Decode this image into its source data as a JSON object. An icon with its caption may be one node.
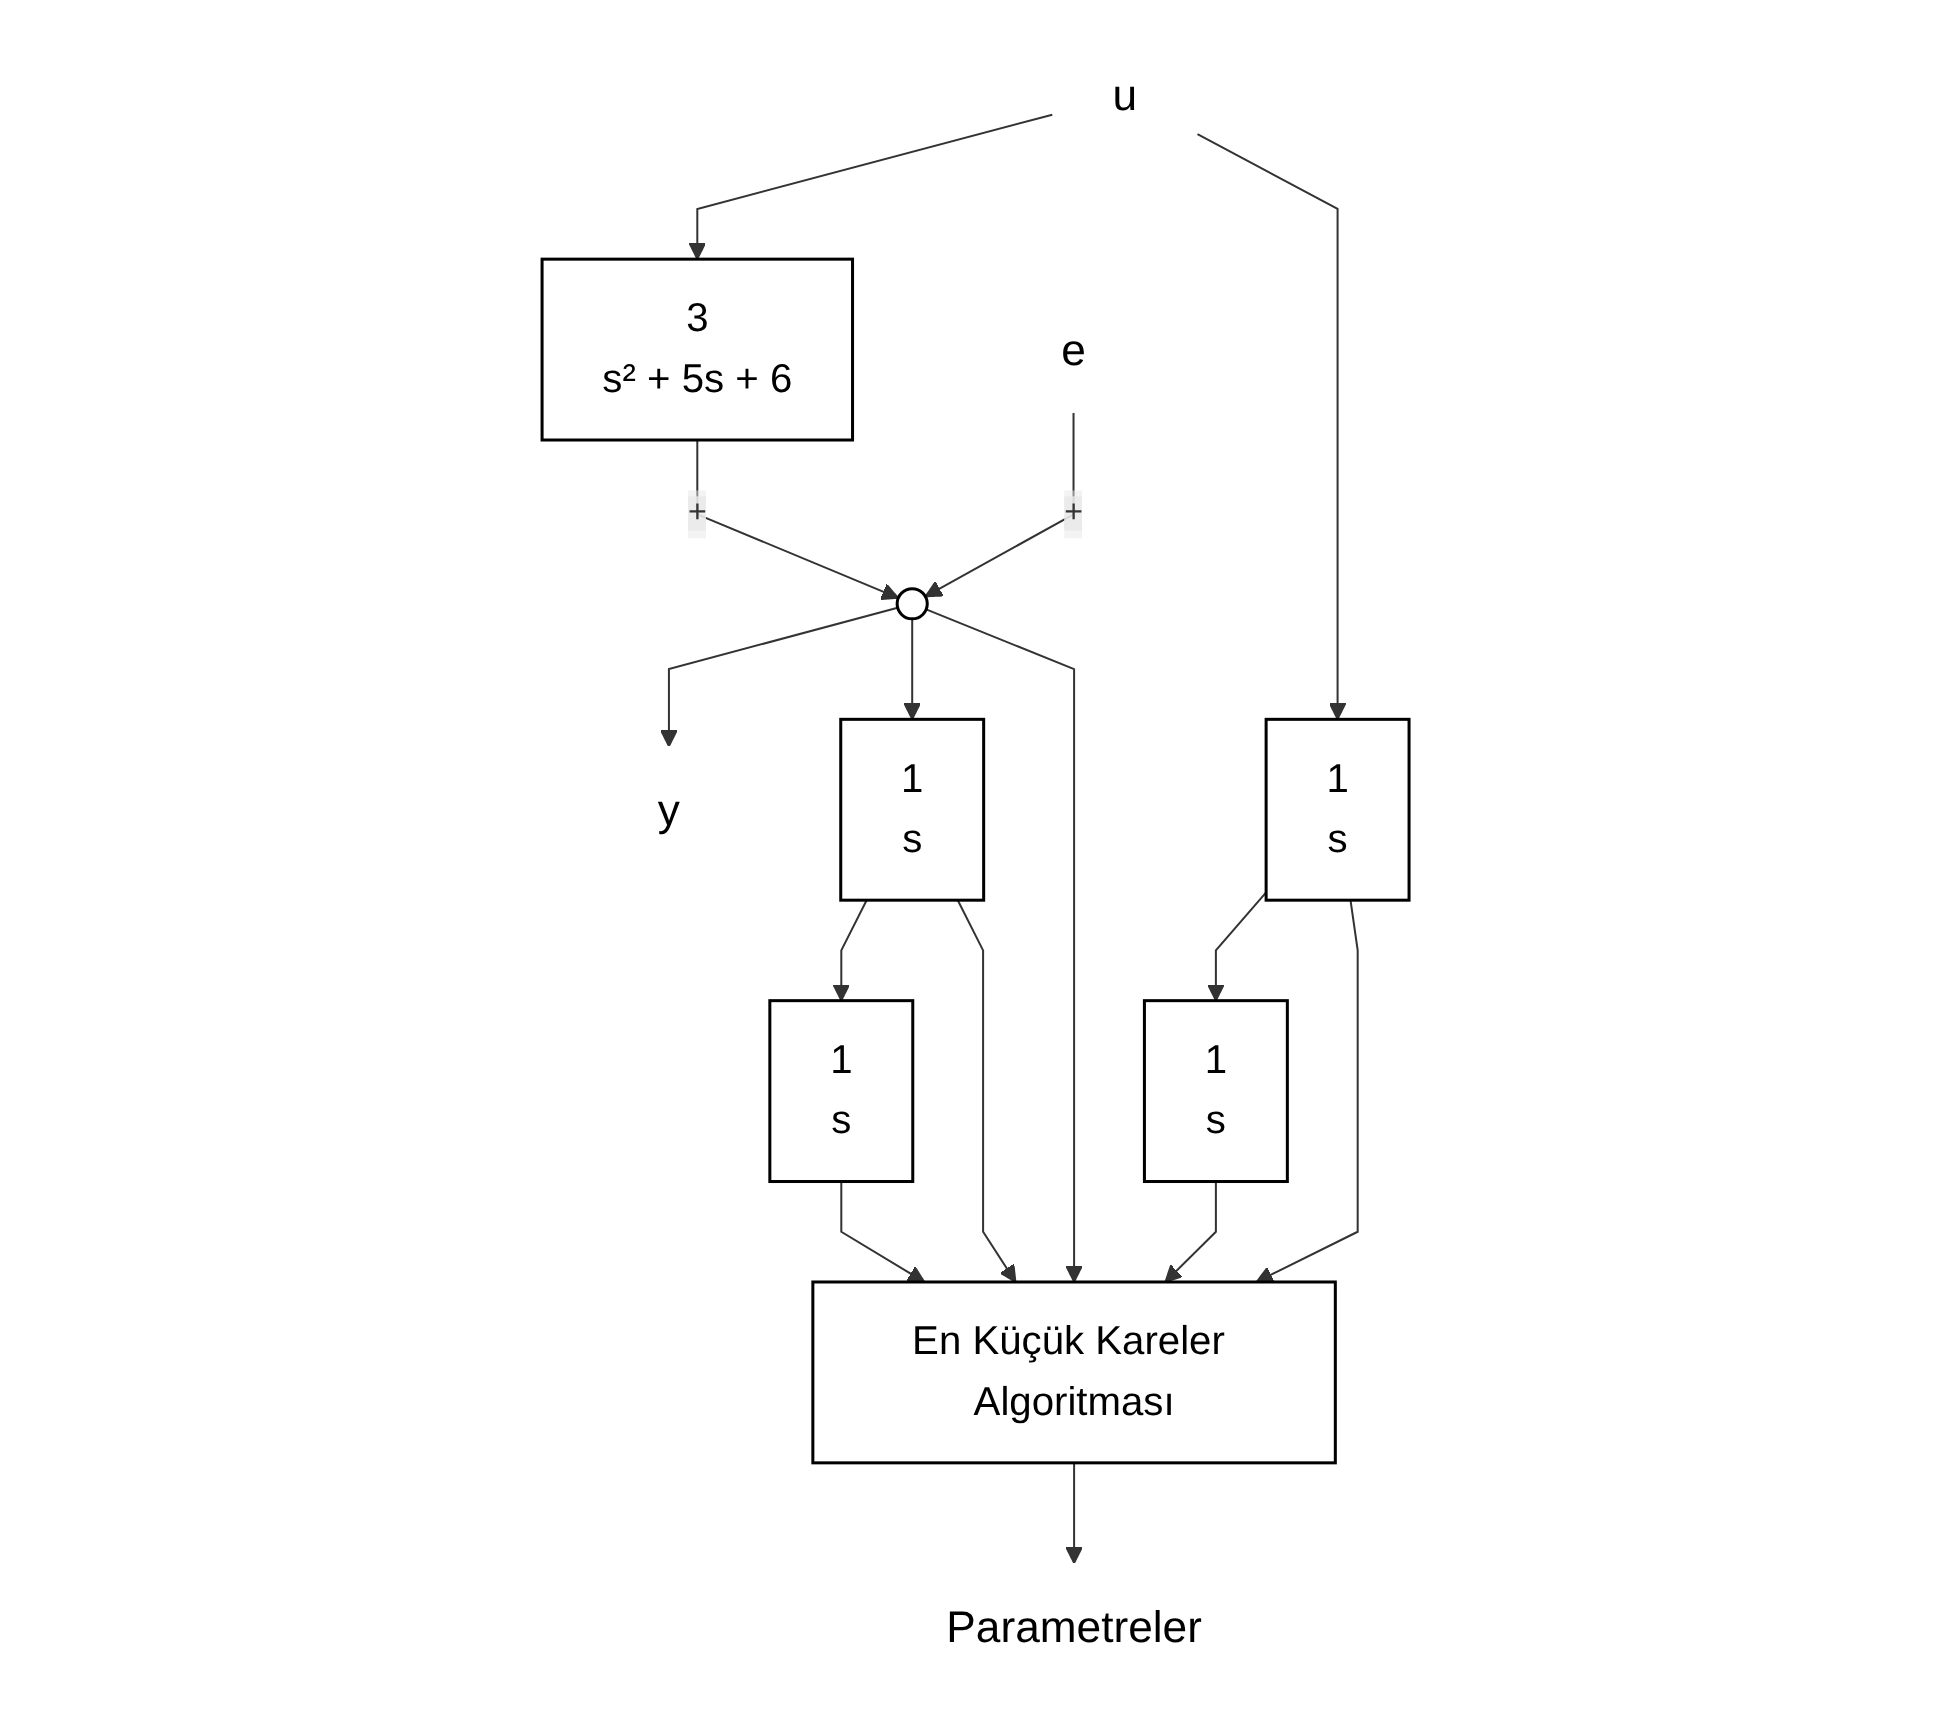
{
  "diagram": {
    "nodes": [
      {
        "text": [
          "u"
        ]
      },
      {
        "text": [
          "3",
          "s² + 5s + 6"
        ]
      },
      {
        "text": [],
        "shape": "circle"
      },
      {
        "text": [
          "e"
        ]
      },
      {
        "text": [
          "y"
        ]
      },
      {
        "text": [
          "1",
          "s"
        ]
      },
      {
        "text": [
          "1",
          "s"
        ]
      },
      {
        "text": [
          "1",
          "s"
        ]
      },
      {
        "text": [
          "1",
          "s"
        ]
      },
      {
        "text": [
          "En Küçük Kareler Algoritması"
        ]
      },
      {
        "text": [
          "Parametreler"
        ]
      }
    ],
    "edges": [
      {
        "from": 0,
        "to": 1,
        "arrow": "to"
      },
      {
        "from": 0,
        "to": 5,
        "arrow": "to"
      },
      {
        "from": 1,
        "to": 2,
        "arrow": "to",
        "label": "+"
      },
      {
        "from": 3,
        "to": 2,
        "arrow": "to",
        "label": "+"
      },
      {
        "from": 2,
        "to": 4,
        "arrow": "to"
      },
      {
        "from": 2,
        "to": 7,
        "arrow": "to"
      },
      {
        "from": 2,
        "to": 9,
        "arrow": "to"
      },
      {
        "from": 5,
        "to": 6,
        "arrow": "to"
      },
      {
        "from": 5,
        "to": 9,
        "arrow": "to"
      },
      {
        "from": 6,
        "to": 9,
        "arrow": "to"
      },
      {
        "from": 7,
        "to": 8,
        "arrow": "to"
      },
      {
        "from": 7,
        "to": 9,
        "arrow": "to"
      },
      {
        "from": 8,
        "to": 9,
        "arrow": "to"
      },
      {
        "from": 9,
        "to": 10,
        "arrow": "to"
      }
    ]
  }
}
